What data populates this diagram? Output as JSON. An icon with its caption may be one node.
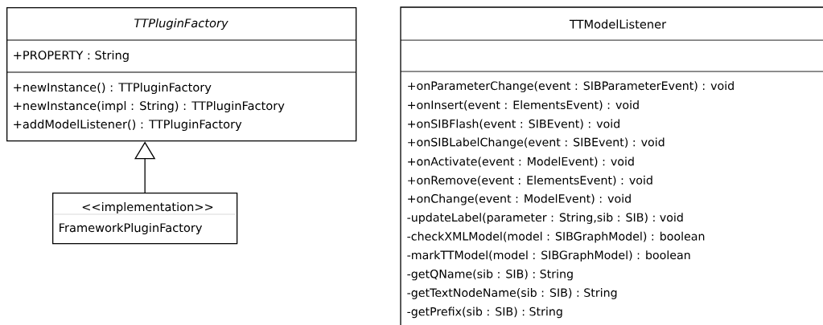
{
  "diagram": {
    "nodes": [
      {
        "text": [
          "TTPluginFactory",
          "+PROPERTY : String",
          "+newInstance() : TTPluginFactory",
          "+newInstance(impl : String) : TTPluginFactory",
          "+addModelListener() : TTPluginFactory"
        ]
      },
      {
        "text": [
          "<<implementation>>",
          "FrameworkPluginFactory"
        ]
      },
      {
        "text": [
          "TTModelListener",
          "+onParameterChange(event : SIBParameterEvent) : void",
          "+onInsert(event : ElementsEvent) : void",
          "+onSIBFlash(event : SIBEvent) : void",
          "+onSIBLabelChange(event : SIBEvent) : void",
          "+onActivate(event : ModelEvent) : void",
          "+onRemove(event : ElementsEvent) : void",
          "+onChange(event : ModelEvent) : void",
          "-updateLabel(parameter : String,sib : SIB) : void",
          "-checkXMLModel(model : SIBGraphModel) : boolean",
          "-markTTModel(model : SIBGraphModel) : boolean",
          "-getQName(sib : SIB) : String",
          "-getTextNodeName(sib : SIB) : String",
          "-getPrefix(sib : SIB) : String"
        ]
      }
    ],
    "edges": [
      {
        "from": 1,
        "to": 0,
        "arrow": "to"
      }
    ]
  }
}
